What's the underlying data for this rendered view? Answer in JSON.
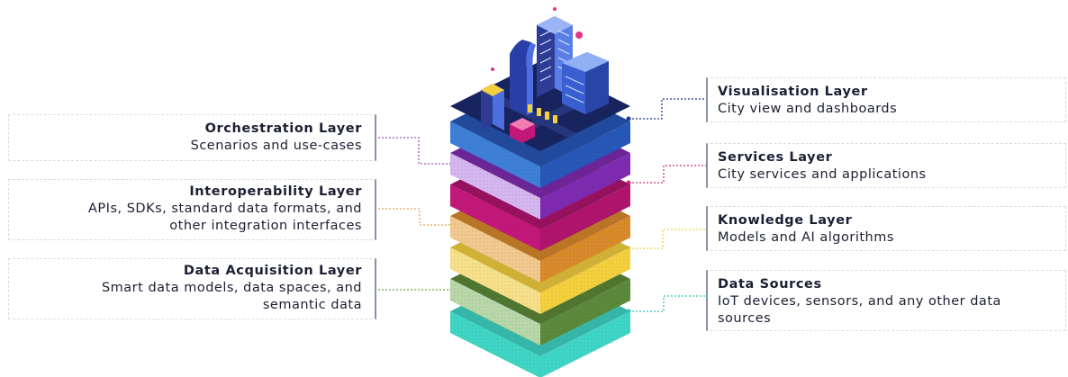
{
  "layers_left": [
    {
      "title": "Orchestration Layer",
      "desc": [
        "Scenarios and use-cases"
      ],
      "color": "#a24cc7"
    },
    {
      "title": "Interoperability Layer",
      "desc": [
        "APIs, SDKs, standard data formats, and",
        "other integration interfaces"
      ],
      "color": "#e8a052"
    },
    {
      "title": "Data Acquisition Layer",
      "desc": [
        "Smart data models, data spaces, and",
        "semantic data"
      ],
      "color": "#6ba83f"
    }
  ],
  "layers_right": [
    {
      "title": "Visualisation Layer",
      "desc": [
        "City view and dashboards"
      ],
      "color": "#1c3b8c"
    },
    {
      "title": "Services Layer",
      "desc": [
        "City services and applications"
      ],
      "color": "#d12f7c"
    },
    {
      "title": "Knowledge Layer",
      "desc": [
        "Models and AI algorithms"
      ],
      "color": "#f0cf3a"
    },
    {
      "title": "Data Sources",
      "desc": [
        "IoT devices, sensors, and any other data",
        "sources"
      ],
      "color": "#2ec4b8"
    }
  ],
  "stack_colors": {
    "teal": "#3fd6c6",
    "sage": "#b9d7a8",
    "yellow": "#f4d03f",
    "orange": "#d98a2b",
    "magenta": "#c2187a",
    "purple": "#7e2bb0",
    "navy": "#18245e",
    "blue": "#3f7fd8"
  }
}
